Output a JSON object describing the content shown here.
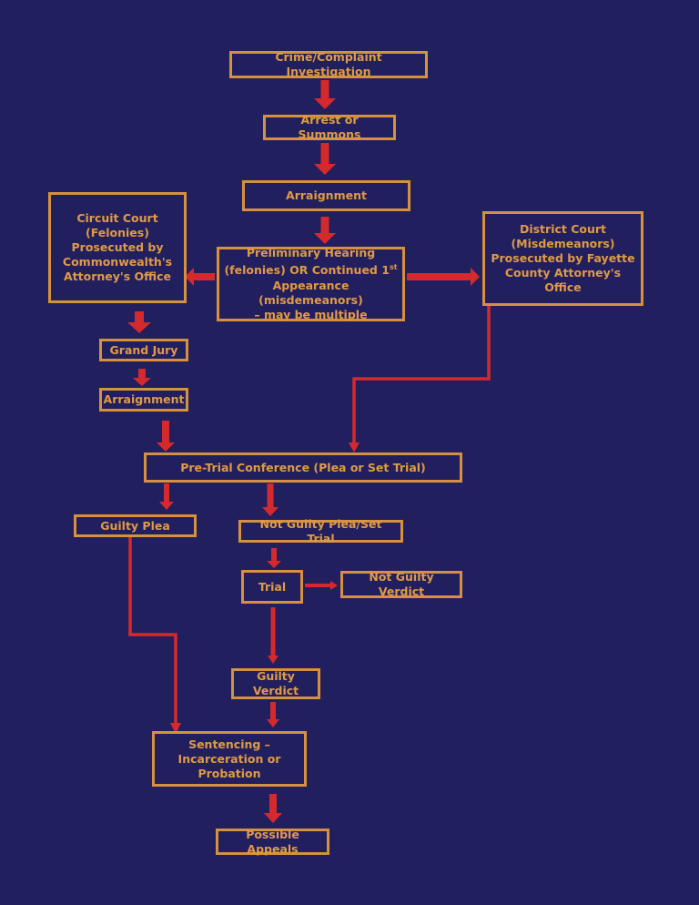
{
  "diagram": {
    "colors": {
      "background": "#211f5e",
      "box_border": "#d6913f",
      "text": "#e09a45",
      "arrow": "#d42a2e"
    },
    "nodes": {
      "crime": "Crime/Complaint Investigation",
      "arrest": "Arrest or Summons",
      "arraignment1": "Arraignment",
      "circuit": "Circuit Court\n(Felonies)\nProsecuted by\nCommonwealth's\nAttorney's Office",
      "preliminary_line1": "Preliminary Hearing",
      "preliminary_line2a": "(felonies) OR Continued 1",
      "preliminary_sup": "st",
      "preliminary_line3": "Appearance (misdemeanors)",
      "preliminary_line4": "– may be multiple",
      "district": "District Court\n(Misdemeanors)\nProsecuted by Fayette\nCounty Attorney's\nOffice",
      "grand_jury": "Grand Jury",
      "arraignment2": "Arraignment",
      "pretrial": "Pre-Trial Conference (Plea or Set Trial)",
      "guilty_plea": "Guilty Plea",
      "not_guilty_plea": "Not Guilty Plea/Set Trial",
      "trial": "Trial",
      "not_guilty_verdict": "Not Guilty Verdict",
      "guilty_verdict": "Guilty\nVerdict",
      "sentencing": "Sentencing –\nIncarceration or\nProbation",
      "appeals": "Possible Appeals"
    }
  }
}
